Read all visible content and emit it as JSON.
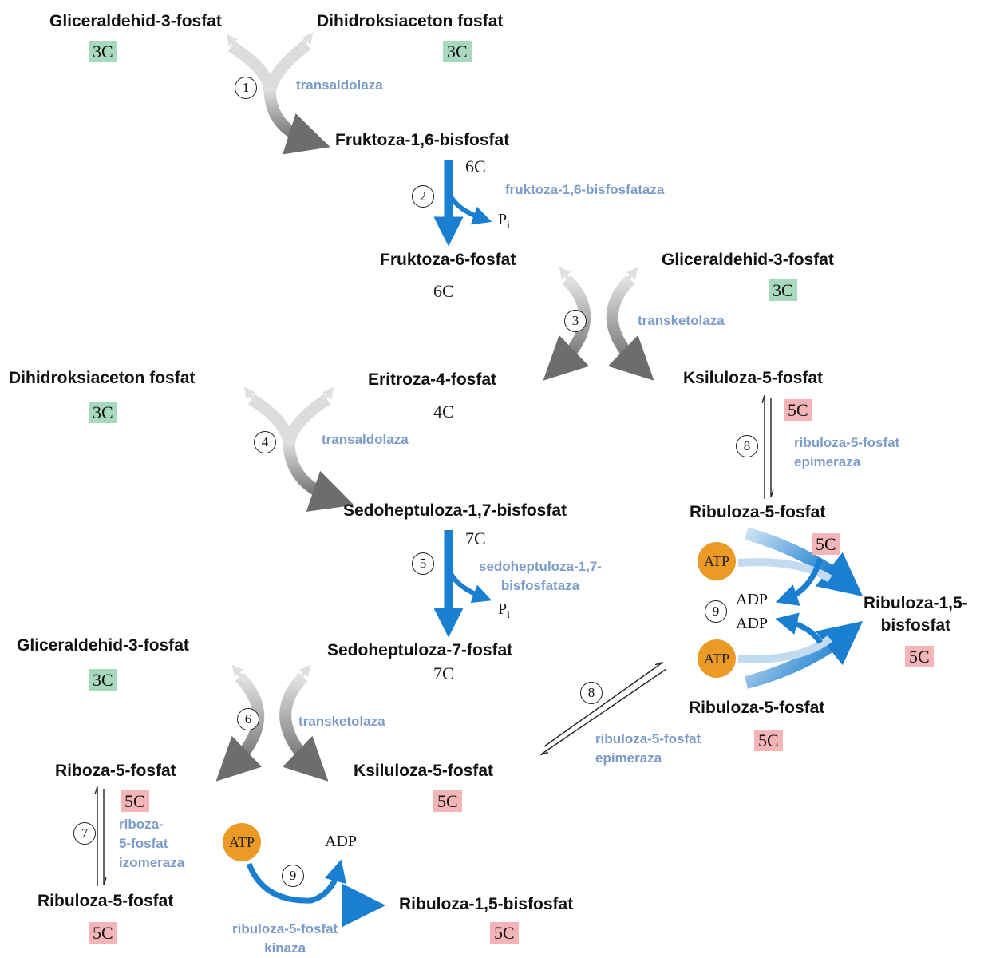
{
  "metabolites": {
    "g3p_1": "Gliceraldehid-3-fosfat",
    "dhap_1": "Dihidroksiaceton fosfat",
    "fbp": "Fruktoza-1,6-bisfosfat",
    "f6p": "Fruktoza-6-fosfat",
    "g3p_2": "Gliceraldehid-3-fosfat",
    "dhap_2": "Dihidroksiaceton fosfat",
    "e4p": "Eritroza-4-fosfat",
    "x5p_1": "Ksiluloza-5-fosfat",
    "sbp": "Sedoheptuloza-1,7-bisfosfat",
    "ru5p_1": "Ribuloza-5-fosfat",
    "rubp_right": "Ribuloza-1,5-\nbisfosfat",
    "g3p_3": "Gliceraldehid-3-fosfat",
    "s7p": "Sedoheptuloza-7-fosfat",
    "ru5p_2": "Ribuloza-5-fosfat",
    "r5p": "Riboza-5-fosfat",
    "x5p_2": "Ksiluloza-5-fosfat",
    "ru5p_3": "Ribuloza-5-fosfat",
    "rubp_bottom": "Ribuloza-1,5-bisfosfat"
  },
  "carbons": {
    "c3": "3C",
    "c4": "4C",
    "c5": "5C",
    "c6": "6C",
    "c7": "7C"
  },
  "enzymes": {
    "transaldolaza": "transaldolaza",
    "fbpaza": "fruktoza-1,6-bisfosfataza",
    "transketolaza": "transketolaza",
    "epimeraza": "ribuloza-5-fosfat\nepimeraza",
    "sbpaza": "sedoheptuloza-1,7-\nbisfosfataza",
    "izomeraza": "riboza-\n5-fosfat\nizomeraza",
    "kinaza": "ribuloza-5-fosfat\nkinaza"
  },
  "steps": [
    "1",
    "2",
    "3",
    "4",
    "5",
    "6",
    "7",
    "8",
    "9"
  ],
  "cofactors": {
    "atp": "ATP",
    "adp": "ADP",
    "pi": "P",
    "pi_sub": "i"
  },
  "colors": {
    "green_box": "#a7d9bf",
    "pink_box": "#f4b5b9",
    "enzyme_text": "#7b9bc9",
    "blue_arrow": "#1a7fd0",
    "atp_circle": "#ec9a26"
  }
}
